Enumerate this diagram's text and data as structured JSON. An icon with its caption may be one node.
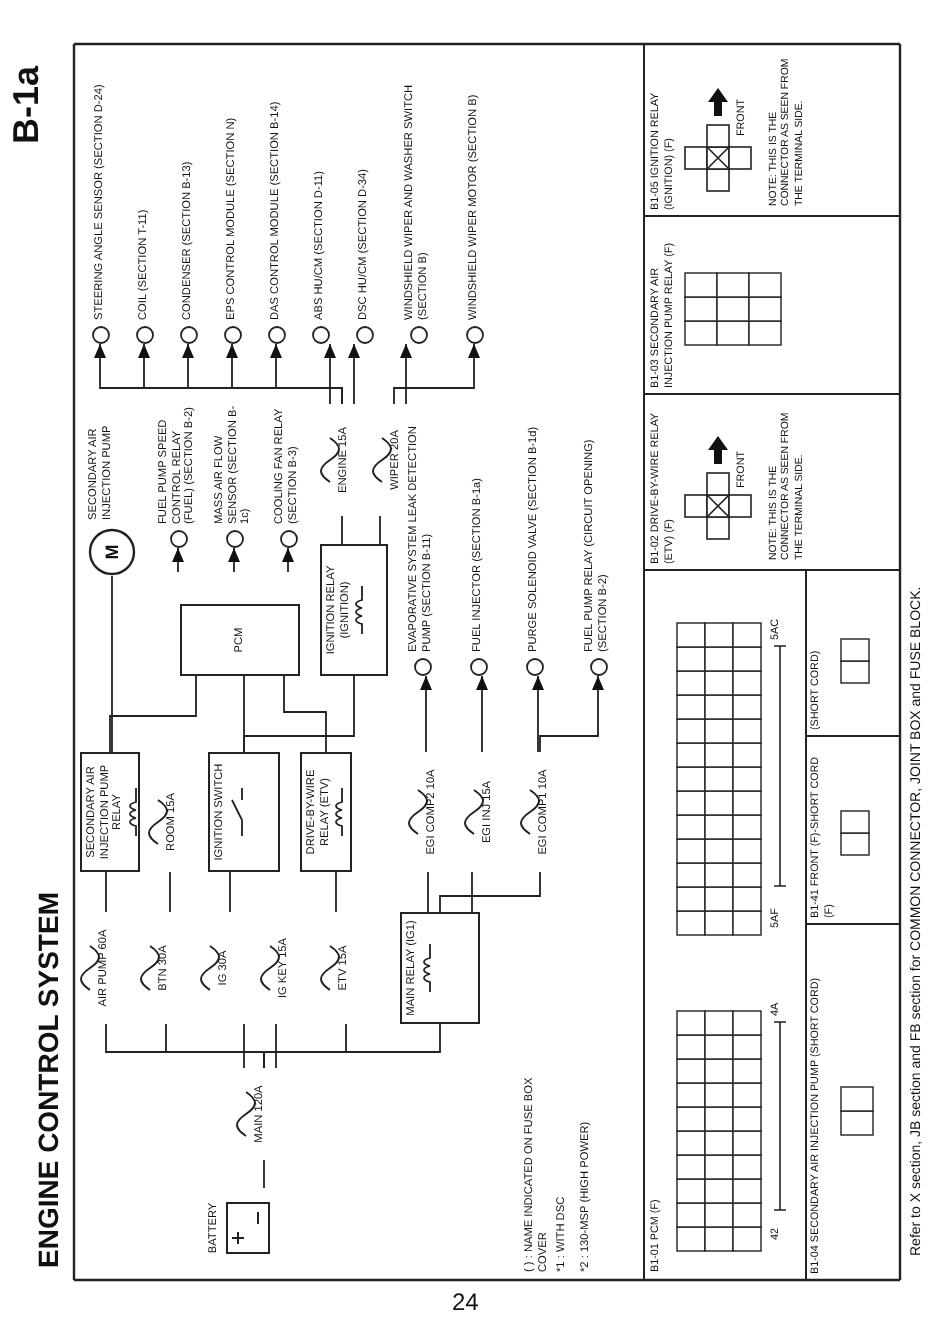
{
  "diagram": {
    "title": "ENGINE CONTROL SYSTEM",
    "nodes": [
      {
        "text": [
          "BATTERY"
        ]
      },
      {
        "text": [
          "MAIN 120A"
        ]
      },
      {
        "text": [
          "AIR PUMP 60A"
        ]
      },
      {
        "text": [
          "BTN 30A"
        ]
      },
      {
        "text": [
          "IG 30A"
        ]
      },
      {
        "text": [
          "IG KEY 15A"
        ]
      },
      {
        "text": [
          "ETV 15A"
        ]
      },
      {
        "text": [
          "MAIN RELAY (IG1)"
        ]
      },
      {
        "text": [
          "SECONDARY AIR INJECTION PUMP RELAY"
        ]
      },
      {
        "text": [
          "ROOM 15A"
        ]
      },
      {
        "text": [
          "IGNITION SWITCH"
        ]
      },
      {
        "text": [
          "DRIVE-BY-WIRE RELAY (ETV)"
        ]
      },
      {
        "text": [
          "EGI COMP2 10A"
        ]
      },
      {
        "text": [
          "EGI INJ 15A"
        ]
      },
      {
        "text": [
          "EGI COMP1 10A"
        ]
      },
      {
        "text": [
          "PCM"
        ]
      },
      {
        "text": [
          "M"
        ],
        "beside": [
          "SECONDARY AIR INJECTION PUMP"
        ]
      },
      {
        "text": [
          "IGNITION RELAY (IGNITION)"
        ]
      },
      {
        "text": [
          "ENGINE 15A"
        ]
      },
      {
        "text": [
          "WIPER 20A"
        ]
      },
      {
        "text": [
          "FUEL PUMP SPEED CONTROL RELAY (FUEL) (SECTION B-2)"
        ]
      },
      {
        "text": [
          "MASS AIR FLOW SENSOR (SECTION B-1c)"
        ]
      },
      {
        "text": [
          "COOLING FAN RELAY (SECTION B-3)"
        ]
      },
      {
        "text": [
          "EVAPORATIVE SYSTEM LEAK DETECTION PUMP (SECTION B-11)"
        ]
      },
      {
        "text": [
          "FUEL INJECTOR (SECTION B-1a)"
        ]
      },
      {
        "text": [
          "PURGE SOLENOID VALVE (SECTION B-1d)"
        ]
      },
      {
        "text": [
          "FUEL PUMP RELAY (CIRCUIT OPENING) (SECTION B-2)"
        ]
      },
      {
        "text": [
          "STEERING ANGLE SENSOR (SECTION D-24)"
        ]
      },
      {
        "text": [
          "COIL (SECTION T-11)"
        ]
      },
      {
        "text": [
          "CONDENSER (SECTION B-13)"
        ]
      },
      {
        "text": [
          "EPS CONTROL MODULE (SECTION N)"
        ]
      },
      {
        "text": [
          "DAS CONTROL MODULE (SECTION B-14)"
        ]
      },
      {
        "text": [
          "ABS HU/CM (SECTION D-11)"
        ]
      },
      {
        "text": [
          "DSC HU/CM (SECTION D-34)"
        ]
      },
      {
        "text": [
          "WINDSHIELD WIPER AND WASHER SWITCH (SECTION B)"
        ]
      },
      {
        "text": [
          "WINDSHIELD WIPER MOTOR (SECTION B)"
        ]
      }
    ],
    "edges": [
      {
        "from": 0,
        "to": 1,
        "arrow": "none"
      },
      {
        "from": 1,
        "to": 2,
        "arrow": "none"
      },
      {
        "from": 1,
        "to": 3,
        "arrow": "none"
      },
      {
        "from": 1,
        "to": 4,
        "arrow": "none"
      },
      {
        "from": 1,
        "to": 5,
        "arrow": "none"
      },
      {
        "from": 1,
        "to": 6,
        "arrow": "none"
      },
      {
        "from": 1,
        "to": 7,
        "arrow": "none"
      },
      {
        "from": 2,
        "to": 8,
        "arrow": "none"
      },
      {
        "from": 3,
        "to": 9,
        "arrow": "none"
      },
      {
        "from": 4,
        "to": 10,
        "arrow": "none"
      },
      {
        "from": 6,
        "to": 11,
        "arrow": "none"
      },
      {
        "from": 7,
        "to": 12,
        "arrow": "none"
      },
      {
        "from": 7,
        "to": 13,
        "arrow": "none"
      },
      {
        "from": 7,
        "to": 14,
        "arrow": "none"
      },
      {
        "from": 8,
        "to": 15,
        "arrow": "none"
      },
      {
        "from": 10,
        "to": 15,
        "arrow": "none"
      },
      {
        "from": 11,
        "to": 15,
        "arrow": "none"
      },
      {
        "from": 8,
        "to": 16,
        "arrow": "none"
      },
      {
        "from": 10,
        "to": 17,
        "arrow": "none"
      },
      {
        "from": 17,
        "to": 18,
        "arrow": "none"
      },
      {
        "from": 17,
        "to": 19,
        "arrow": "none"
      },
      {
        "from": null,
        "to": 20,
        "arrow": "to"
      },
      {
        "from": null,
        "to": 21,
        "arrow": "to"
      },
      {
        "from": null,
        "to": 22,
        "arrow": "to"
      },
      {
        "from": 12,
        "to": 23,
        "arrow": "to"
      },
      {
        "from": 13,
        "to": 24,
        "arrow": "to"
      },
      {
        "from": 14,
        "to": 25,
        "arrow": "to"
      },
      {
        "from": 14,
        "to": 26,
        "arrow": "to"
      },
      {
        "from": 18,
        "to": 27,
        "arrow": "to"
      },
      {
        "from": 18,
        "to": 28,
        "arrow": "to"
      },
      {
        "from": 18,
        "to": 29,
        "arrow": "to"
      },
      {
        "from": 18,
        "to": 30,
        "arrow": "to"
      },
      {
        "from": 18,
        "to": 31,
        "arrow": "to"
      },
      {
        "from": 18,
        "to": 32,
        "arrow": "to"
      },
      {
        "from": 18,
        "to": 33,
        "arrow": "to"
      },
      {
        "from": 19,
        "to": 34,
        "arrow": "to"
      },
      {
        "from": 19,
        "to": 35,
        "arrow": "to"
      }
    ],
    "labels": [
      "B-1a",
      "( ) : NAME INDICATED ON FUSE BOX COVER",
      "*1 : WITH DSC",
      "*2 : 130-MSP (HIGH POWER)",
      "B1-05 IGNITION RELAY (IGNITION) (F)",
      "FRONT",
      "NOTE: THIS IS THE CONNECTOR AS SEEN FROM THE TERMINAL SIDE.",
      "B1-03 SECONDARY AIR INJECTION PUMP RELAY (F)",
      "B1-02 DRIVE-BY-WIRE RELAY (ETV) (F)",
      "FRONT",
      "NOTE: THIS IS THE CONNECTOR AS SEEN FROM THE TERMINAL SIDE.",
      "B1-01 PCM (F)",
      "42",
      "4A",
      "5AF",
      "5AC",
      "(SHORT CORD)",
      "B1-41 FRONT (F)-SHORT CORD (F)",
      "B1-04 SECONDARY AIR INJECTION PUMP (SHORT CORD)",
      "Refer to X section, JB section and FB section for COMMON CONNECTOR, JOINT BOX and FUSE BLOCK.",
      "24"
    ]
  }
}
